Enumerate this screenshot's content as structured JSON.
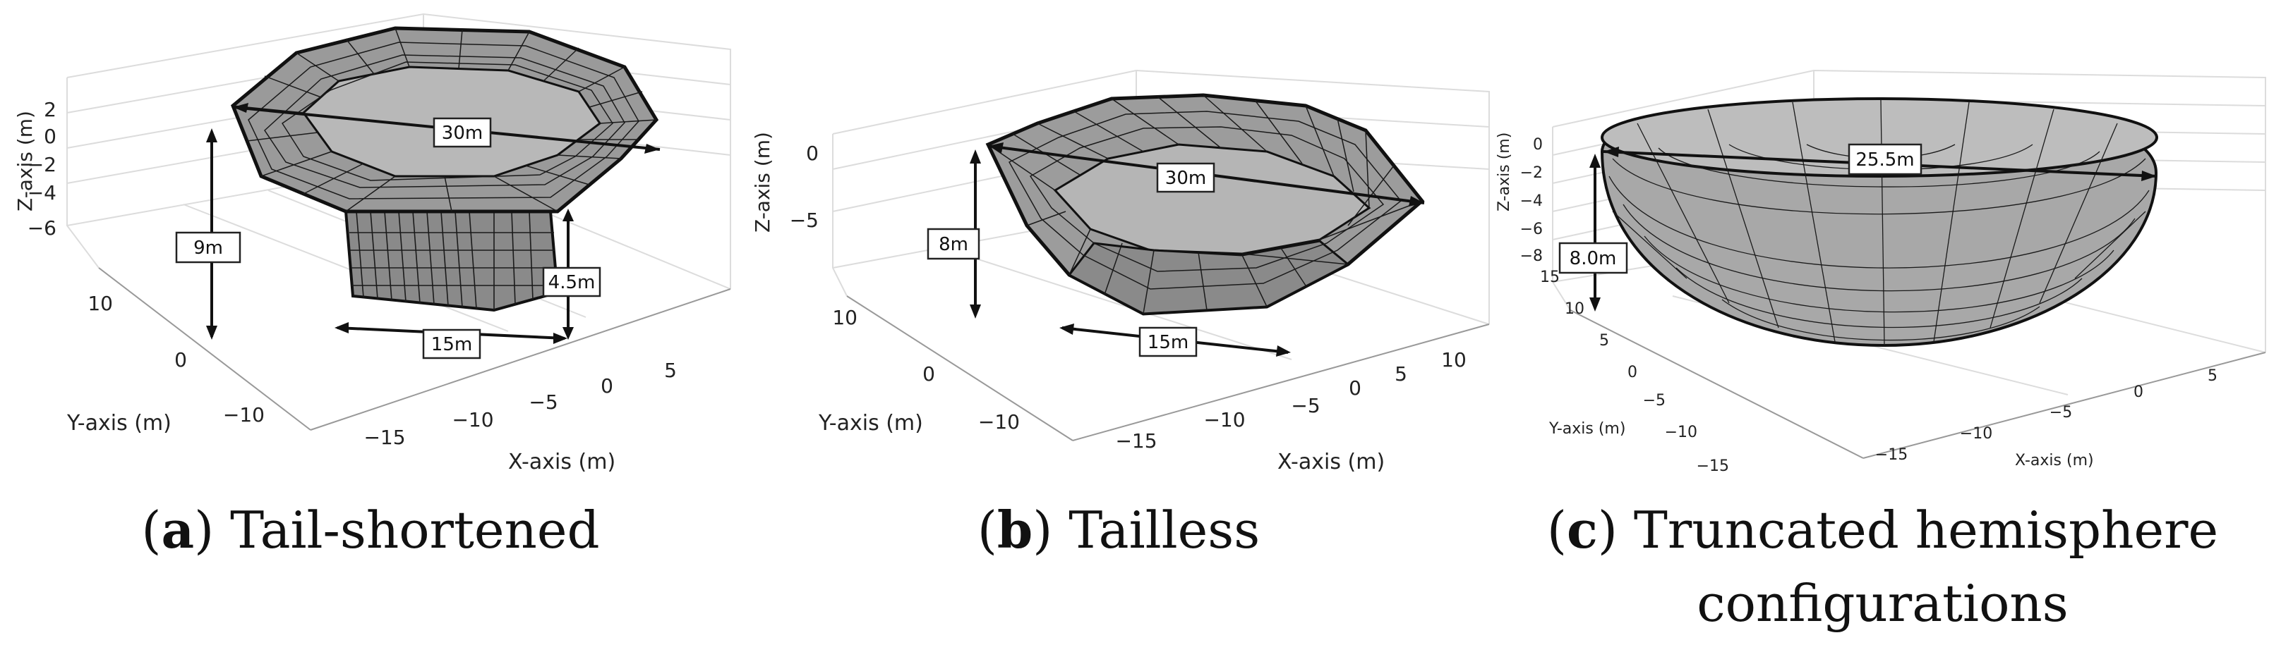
{
  "figure": {
    "panel_a": {
      "letter": "a",
      "caption": "Tail-shortened",
      "z_axis_label": "Z-axis (m)",
      "y_axis_label": "Y-axis (m)",
      "x_axis_label": "X-axis (m)",
      "z_ticks": [
        "2",
        "0",
        "−2",
        "−4",
        "−6"
      ],
      "y_ticks": [
        "10",
        "0",
        "−10"
      ],
      "x_ticks": [
        "−15",
        "−10",
        "−5",
        "0",
        "5"
      ],
      "dims": {
        "diameter": "30m",
        "height": "9m",
        "tail_height": "4.5m",
        "tail_width": "15m"
      }
    },
    "panel_b": {
      "letter": "b",
      "caption": "Tailless",
      "z_axis_label": "Z-axis (m)",
      "y_axis_label": "Y-axis (m)",
      "x_axis_label": "X-axis (m)",
      "z_ticks": [
        "0",
        "−5"
      ],
      "y_ticks": [
        "10",
        "0",
        "−10"
      ],
      "x_ticks": [
        "−15",
        "−10",
        "−5",
        "0",
        "5",
        "10"
      ],
      "dims": {
        "diameter": "30m",
        "height": "8m",
        "bottom_width": "15m"
      }
    },
    "panel_c": {
      "letter": "c",
      "caption_line1": "Truncated hemisphere",
      "caption_line2": "configurations",
      "z_axis_label": "Z-axis (m)",
      "y_axis_label": "Y-axis (m)",
      "x_axis_label": "X-axis (m)",
      "z_ticks": [
        "0",
        "−2",
        "−4",
        "−6",
        "−8"
      ],
      "y_ticks": [
        "15",
        "10",
        "5",
        "0",
        "−5",
        "−10",
        "−15"
      ],
      "x_ticks": [
        "−15",
        "−10",
        "−5",
        "0",
        "5"
      ],
      "dims": {
        "diameter": "25.5m",
        "height": "8.0m"
      }
    }
  }
}
